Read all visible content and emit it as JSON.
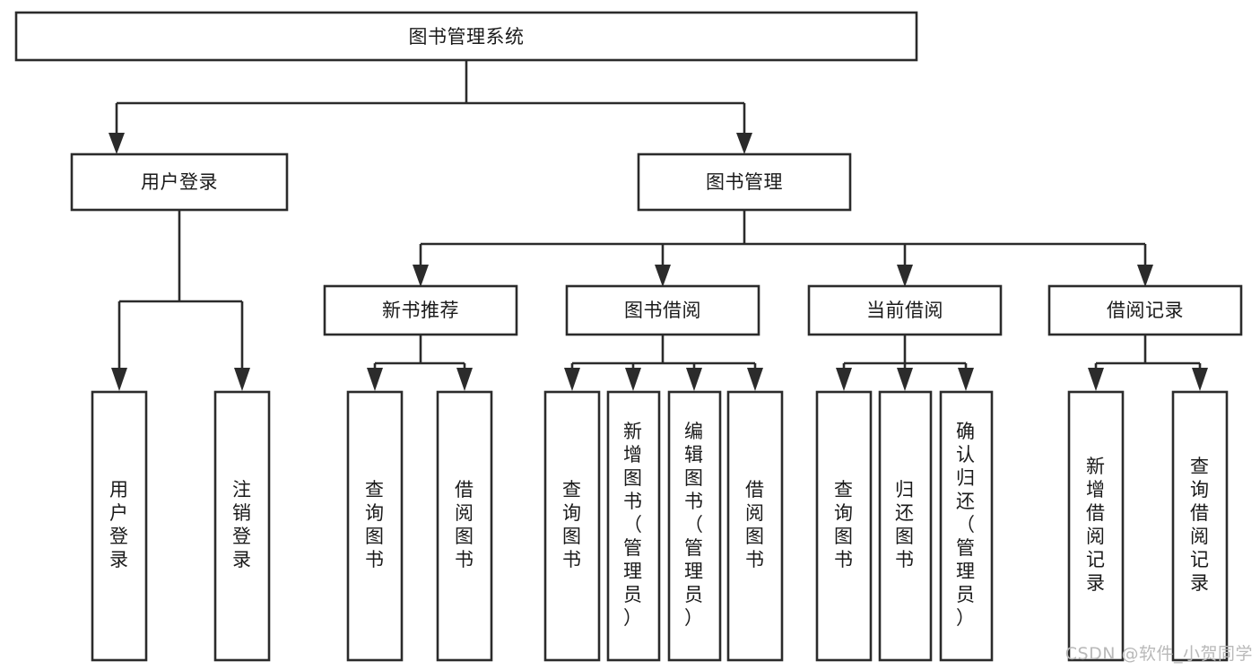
{
  "diagram": {
    "title": "图书管理系统",
    "type": "tree-hierarchy",
    "watermark": "CSDN @软件_小贺同学",
    "colors": {
      "background": "#ffffff",
      "line": "#2b2b2b",
      "box_fill": "#ffffff",
      "text": "#1a1a1a",
      "watermark": "#b9b9b9"
    },
    "root": {
      "id": "root",
      "label": "图书管理系统",
      "orientation": "horizontal"
    },
    "level2": [
      {
        "id": "user-login",
        "label": "用户登录",
        "orientation": "horizontal"
      },
      {
        "id": "book-manage",
        "label": "图书管理",
        "orientation": "horizontal"
      }
    ],
    "level3": [
      {
        "id": "new-book-recommend",
        "label": "新书推荐",
        "orientation": "horizontal",
        "parent": "book-manage"
      },
      {
        "id": "book-borrow",
        "label": "图书借阅",
        "orientation": "horizontal",
        "parent": "book-manage"
      },
      {
        "id": "current-borrow",
        "label": "当前借阅",
        "orientation": "horizontal",
        "parent": "book-manage"
      },
      {
        "id": "borrow-record",
        "label": "借阅记录",
        "orientation": "horizontal",
        "parent": "book-manage"
      }
    ],
    "leaves": [
      {
        "id": "leaf-user-login",
        "label": "用户登录",
        "orientation": "vertical",
        "parent": "user-login"
      },
      {
        "id": "leaf-user-logout",
        "label": "注销登录",
        "orientation": "vertical",
        "parent": "user-login"
      },
      {
        "id": "leaf-query-book-1",
        "label": "查询图书",
        "orientation": "vertical",
        "parent": "new-book-recommend"
      },
      {
        "id": "leaf-borrow-book-1",
        "label": "借阅图书",
        "orientation": "vertical",
        "parent": "new-book-recommend"
      },
      {
        "id": "leaf-query-book-2",
        "label": "查询图书",
        "orientation": "vertical",
        "parent": "book-borrow"
      },
      {
        "id": "leaf-add-book",
        "label": "新增图书（管理员）",
        "orientation": "vertical",
        "parent": "book-borrow"
      },
      {
        "id": "leaf-edit-book",
        "label": "编辑图书（管理员）",
        "orientation": "vertical",
        "parent": "book-borrow"
      },
      {
        "id": "leaf-borrow-book-2",
        "label": "借阅图书",
        "orientation": "vertical",
        "parent": "book-borrow"
      },
      {
        "id": "leaf-query-book-3",
        "label": "查询图书",
        "orientation": "vertical",
        "parent": "current-borrow"
      },
      {
        "id": "leaf-return-book",
        "label": "归还图书",
        "orientation": "vertical",
        "parent": "current-borrow"
      },
      {
        "id": "leaf-confirm-return",
        "label": "确认归还（管理员）",
        "orientation": "vertical",
        "parent": "current-borrow"
      },
      {
        "id": "leaf-add-record",
        "label": "新增借阅记录",
        "orientation": "vertical",
        "parent": "borrow-record"
      },
      {
        "id": "leaf-query-record",
        "label": "查询借阅记录",
        "orientation": "vertical",
        "parent": "borrow-record"
      }
    ]
  }
}
